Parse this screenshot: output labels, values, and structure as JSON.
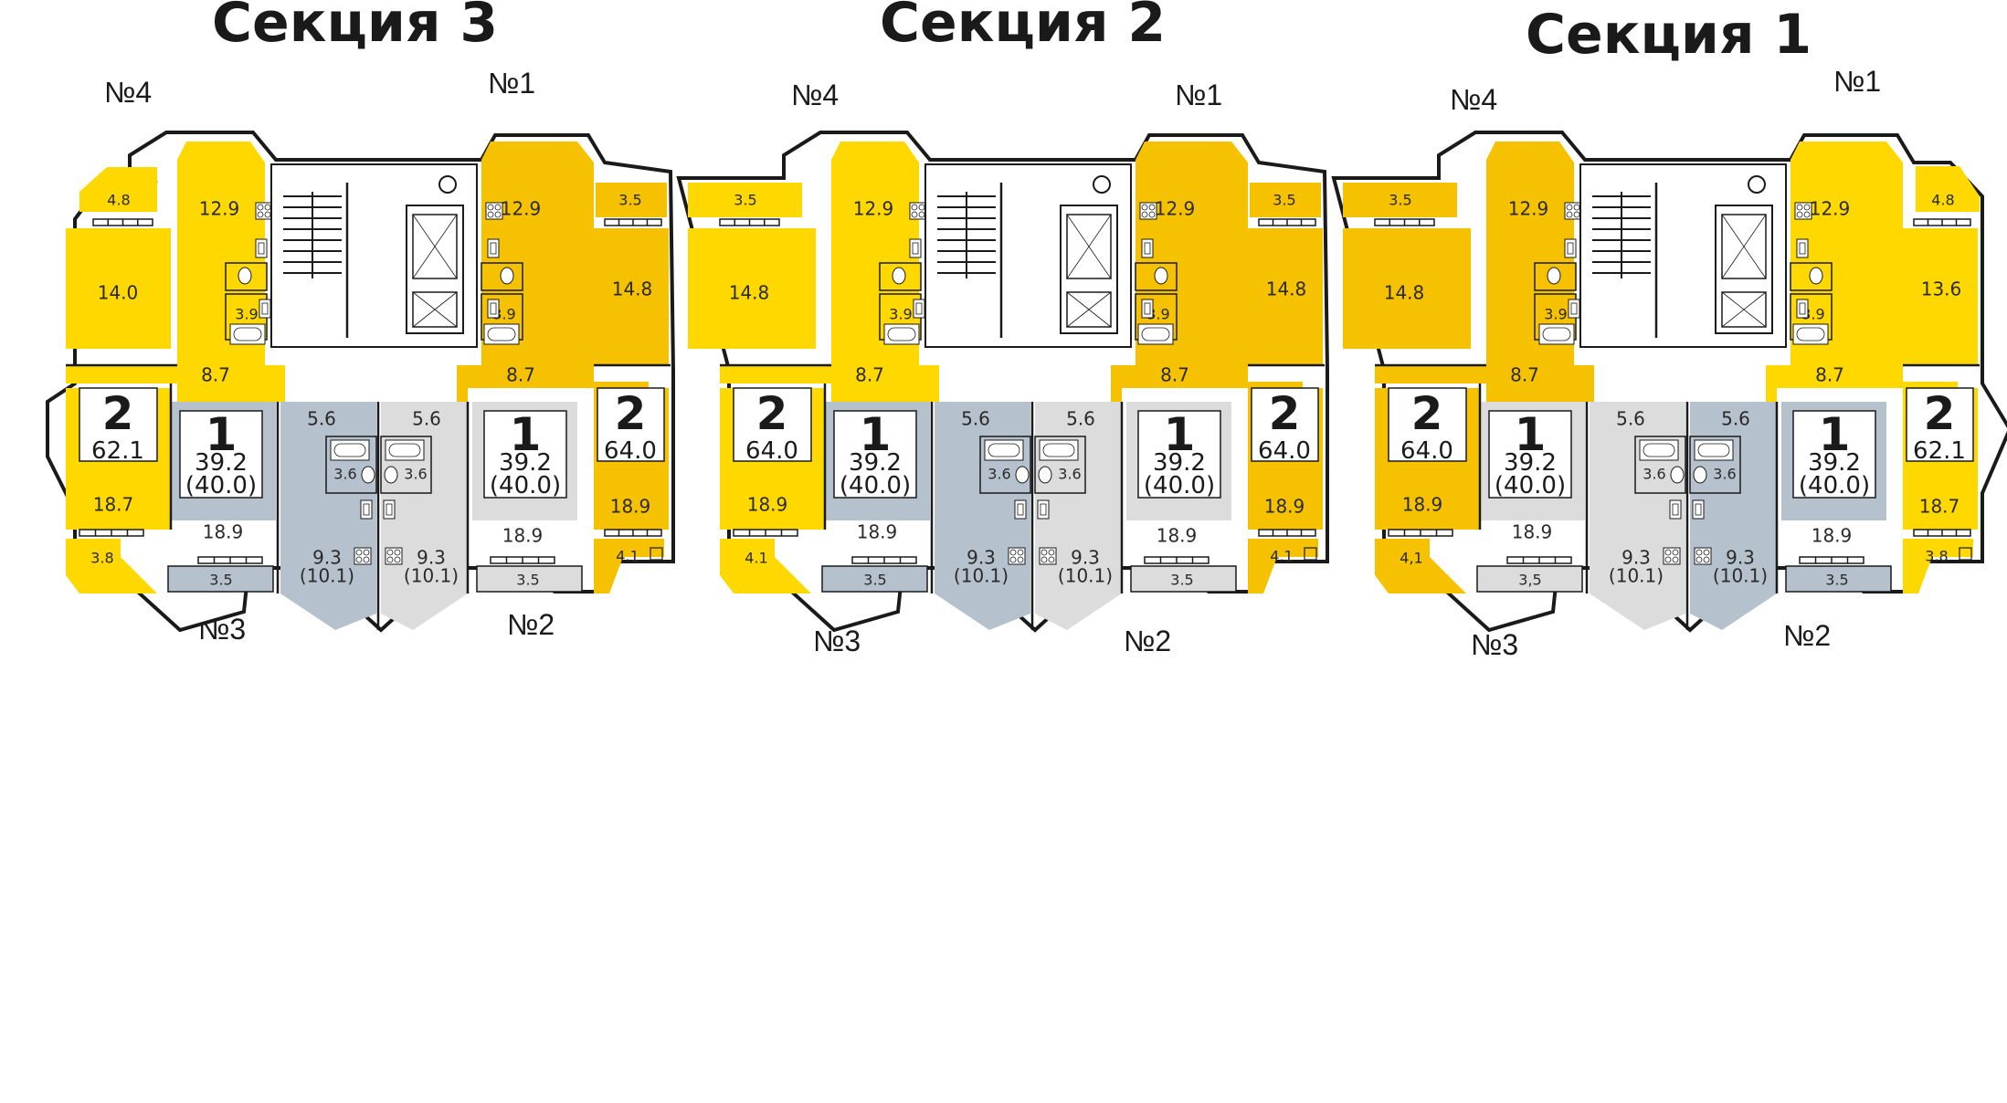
{
  "colors": {
    "yellow": "#FFD800",
    "amber": "#F6C200",
    "bluegray": "#B5C1CC",
    "lightgray": "#DCDCDC",
    "wall": "#1a1a1a",
    "core": "#ffffff"
  },
  "sections": [
    {
      "title": "Секция 3",
      "variant": "left",
      "apartments": {
        "no4": {
          "label": "№4",
          "rooms": 2,
          "area": "62.1",
          "color": "yellow",
          "balcony_top": "4.8",
          "bedroom": "14.0",
          "kitchen": "12.9",
          "bath": "3.9",
          "hall": "8.7",
          "living": "18.7",
          "balcony_bottom": "3.8"
        },
        "no1": {
          "label": "№1",
          "rooms": 2,
          "area": "64.0",
          "color": "amber",
          "balcony_top": "3.5",
          "bedroom": "14.8",
          "kitchen": "12.9",
          "bath": "3.9",
          "hall": "8.7",
          "living": "18.9",
          "balcony_bottom": "4.1"
        },
        "no3": {
          "label": "№3",
          "rooms": 1,
          "area": "39.2",
          "area_alt": "(40.0)",
          "color": "bluegray",
          "room": "18.9",
          "balcony": "3.5",
          "hall": "5.6",
          "bath": "3.6",
          "kitchen": "9.3",
          "kitchen_alt": "(10.1)"
        },
        "no2": {
          "label": "№2",
          "rooms": 1,
          "area": "39.2",
          "area_alt": "(40.0)",
          "color": "lightgray",
          "room": "18.9",
          "balcony": "3.5",
          "hall": "5.6",
          "bath": "3.6",
          "kitchen": "9.3",
          "kitchen_alt": "(10.1)"
        }
      }
    },
    {
      "title": "Секция 2",
      "variant": "middle",
      "apartments": {
        "no4": {
          "label": "№4",
          "rooms": 2,
          "area": "64.0",
          "color": "yellow",
          "balcony_top": "3.5",
          "bedroom": "14.8",
          "kitchen": "12.9",
          "bath": "3.9",
          "hall": "8.7",
          "living": "18.9",
          "balcony_bottom": "4.1"
        },
        "no1": {
          "label": "№1",
          "rooms": 2,
          "area": "64.0",
          "color": "amber",
          "balcony_top": "3.5",
          "bedroom": "14.8",
          "kitchen": "12.9",
          "bath": "3.9",
          "hall": "8.7",
          "living": "18.9",
          "balcony_bottom": "4.1"
        },
        "no3": {
          "label": "№3",
          "rooms": 1,
          "area": "39.2",
          "area_alt": "(40.0)",
          "color": "bluegray",
          "room": "18.9",
          "balcony": "3.5",
          "hall": "5.6",
          "bath": "3.6",
          "kitchen": "9.3",
          "kitchen_alt": "(10.1)"
        },
        "no2": {
          "label": "№2",
          "rooms": 1,
          "area": "39.2",
          "area_alt": "(40.0)",
          "color": "lightgray",
          "room": "18.9",
          "balcony": "3.5",
          "hall": "5.6",
          "bath": "3.6",
          "kitchen": "9.3",
          "kitchen_alt": "(10.1)"
        }
      }
    },
    {
      "title": "Секция 1",
      "variant": "right",
      "apartments": {
        "no4": {
          "label": "№4",
          "rooms": 2,
          "area": "64.0",
          "color": "amber",
          "balcony_top": "3.5",
          "bedroom": "14.8",
          "kitchen": "12.9",
          "bath": "3.9",
          "hall": "8.7",
          "living": "18.9",
          "balcony_bottom": "4,1"
        },
        "no1": {
          "label": "№1",
          "rooms": 2,
          "area": "62.1",
          "color": "yellow",
          "balcony_top": "4.8",
          "bedroom": "13.6",
          "kitchen": "12.9",
          "bath": "3.9",
          "hall": "8.7",
          "living": "18.7",
          "balcony_bottom": "3.8"
        },
        "no3": {
          "label": "№3",
          "rooms": 1,
          "area": "39.2",
          "area_alt": "(40.0)",
          "color": "lightgray",
          "room": "18.9",
          "balcony": "3,5",
          "hall": "5.6",
          "bath": "3.6",
          "kitchen": "9.3",
          "kitchen_alt": "(10.1)"
        },
        "no2": {
          "label": "№2",
          "rooms": 1,
          "area": "39.2",
          "area_alt": "(40.0)",
          "color": "bluegray",
          "room": "18.9",
          "balcony": "3.5",
          "hall": "5.6",
          "bath": "3.6",
          "kitchen": "9.3",
          "kitchen_alt": "(10.1)"
        }
      }
    }
  ]
}
